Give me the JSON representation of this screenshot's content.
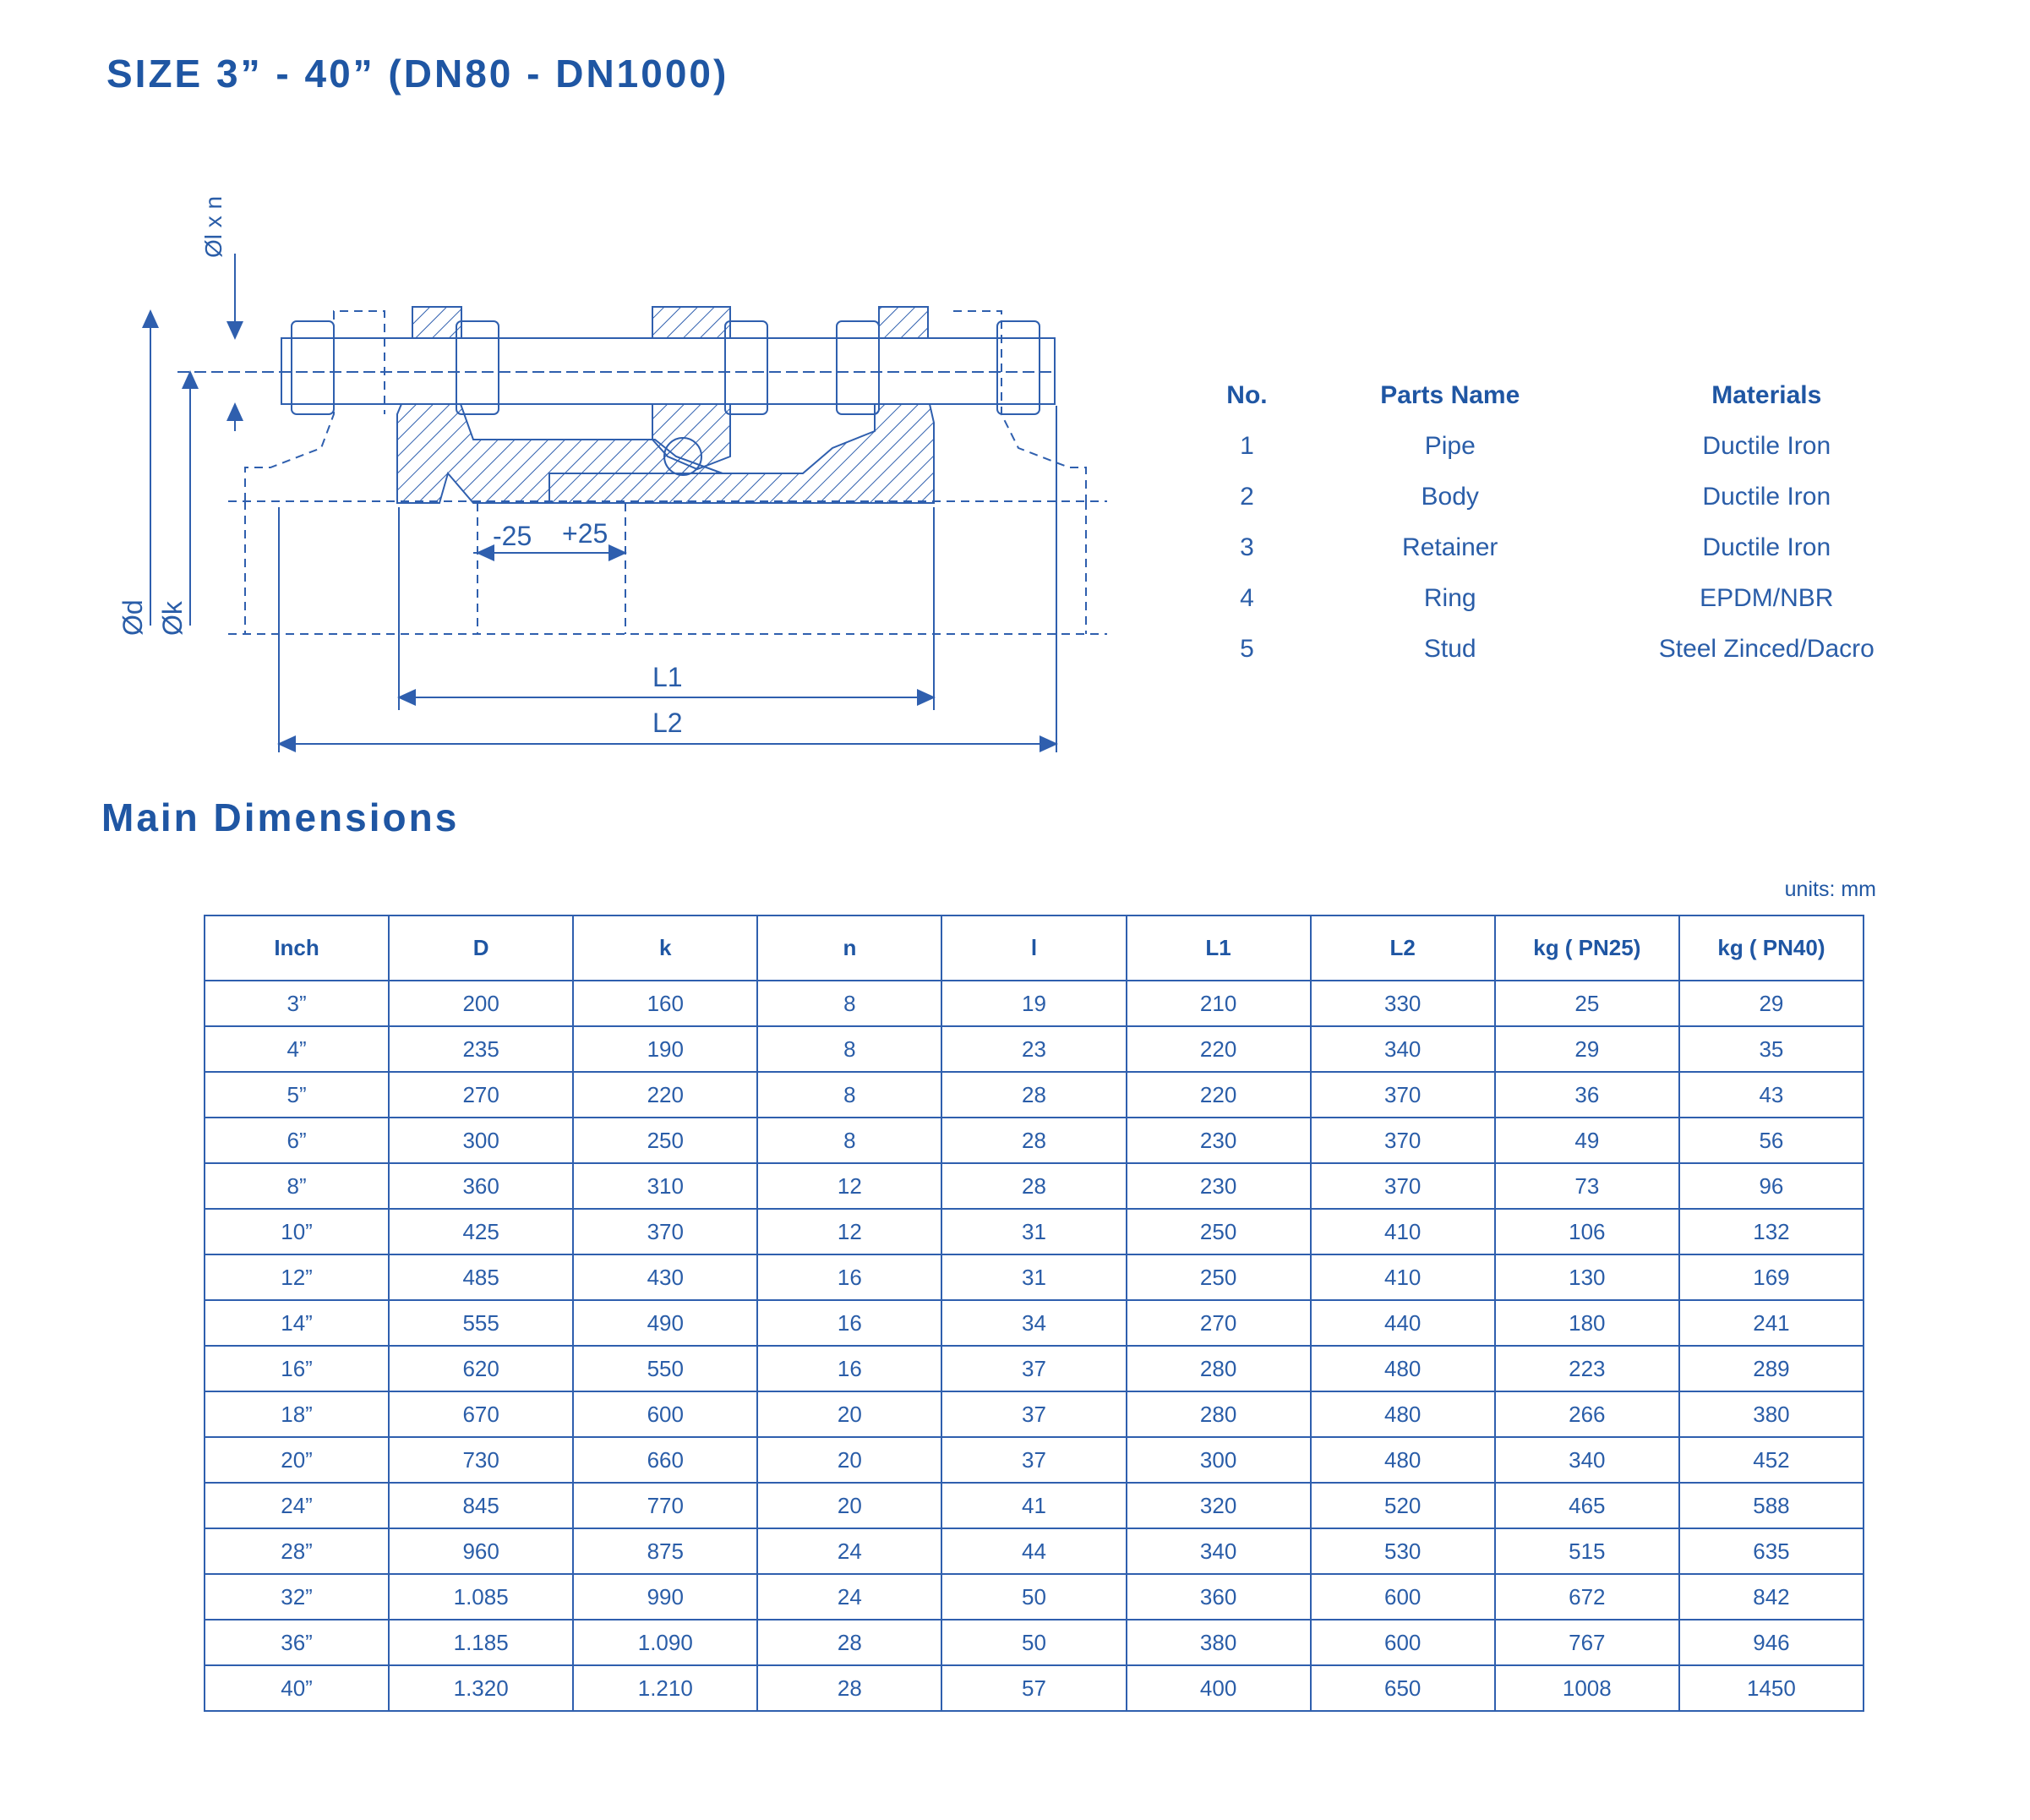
{
  "title": "SIZE 3” - 40” (DN80 - DN1000)",
  "section_title": "Main Dimensions",
  "units_label": "units: mm",
  "drawing_labels": {
    "bolt": "Øl x n",
    "d": "Ød",
    "k": "Øk",
    "minus": "-25",
    "plus": "+25",
    "l1": "L1",
    "l2": "L2"
  },
  "parts_table": {
    "headers": {
      "no": "No.",
      "name": "Parts Name",
      "material": "Materials"
    },
    "rows": [
      {
        "no": "1",
        "name": "Pipe",
        "material": "Ductile Iron"
      },
      {
        "no": "2",
        "name": "Body",
        "material": "Ductile Iron"
      },
      {
        "no": "3",
        "name": "Retainer",
        "material": "Ductile Iron"
      },
      {
        "no": "4",
        "name": "Ring",
        "material": "EPDM/NBR"
      },
      {
        "no": "5",
        "name": "Stud",
        "material": "Steel Zinced/Dacro"
      }
    ]
  },
  "dimensions_table": {
    "headers": [
      "Inch",
      "D",
      "k",
      "n",
      "l",
      "L1",
      "L2",
      "kg ( PN25)",
      "kg ( PN40)"
    ],
    "rows": [
      [
        "3”",
        "200",
        "160",
        "8",
        "19",
        "210",
        "330",
        "25",
        "29"
      ],
      [
        "4”",
        "235",
        "190",
        "8",
        "23",
        "220",
        "340",
        "29",
        "35"
      ],
      [
        "5”",
        "270",
        "220",
        "8",
        "28",
        "220",
        "370",
        "36",
        "43"
      ],
      [
        "6”",
        "300",
        "250",
        "8",
        "28",
        "230",
        "370",
        "49",
        "56"
      ],
      [
        "8”",
        "360",
        "310",
        "12",
        "28",
        "230",
        "370",
        "73",
        "96"
      ],
      [
        "10”",
        "425",
        "370",
        "12",
        "31",
        "250",
        "410",
        "106",
        "132"
      ],
      [
        "12”",
        "485",
        "430",
        "16",
        "31",
        "250",
        "410",
        "130",
        "169"
      ],
      [
        "14”",
        "555",
        "490",
        "16",
        "34",
        "270",
        "440",
        "180",
        "241"
      ],
      [
        "16”",
        "620",
        "550",
        "16",
        "37",
        "280",
        "480",
        "223",
        "289"
      ],
      [
        "18”",
        "670",
        "600",
        "20",
        "37",
        "280",
        "480",
        "266",
        "380"
      ],
      [
        "20”",
        "730",
        "660",
        "20",
        "37",
        "300",
        "480",
        "340",
        "452"
      ],
      [
        "24”",
        "845",
        "770",
        "20",
        "41",
        "320",
        "520",
        "465",
        "588"
      ],
      [
        "28”",
        "960",
        "875",
        "24",
        "44",
        "340",
        "530",
        "515",
        "635"
      ],
      [
        "32”",
        "1.085",
        "990",
        "24",
        "50",
        "360",
        "600",
        "672",
        "842"
      ],
      [
        "36”",
        "1.185",
        "1.090",
        "28",
        "50",
        "380",
        "600",
        "767",
        "946"
      ],
      [
        "40”",
        "1.320",
        "1.210",
        "28",
        "57",
        "400",
        "650",
        "1008",
        "1450"
      ]
    ]
  },
  "colors": {
    "primary": "#1f56a3",
    "line": "#2f5fae",
    "text": "#2a5da8"
  }
}
